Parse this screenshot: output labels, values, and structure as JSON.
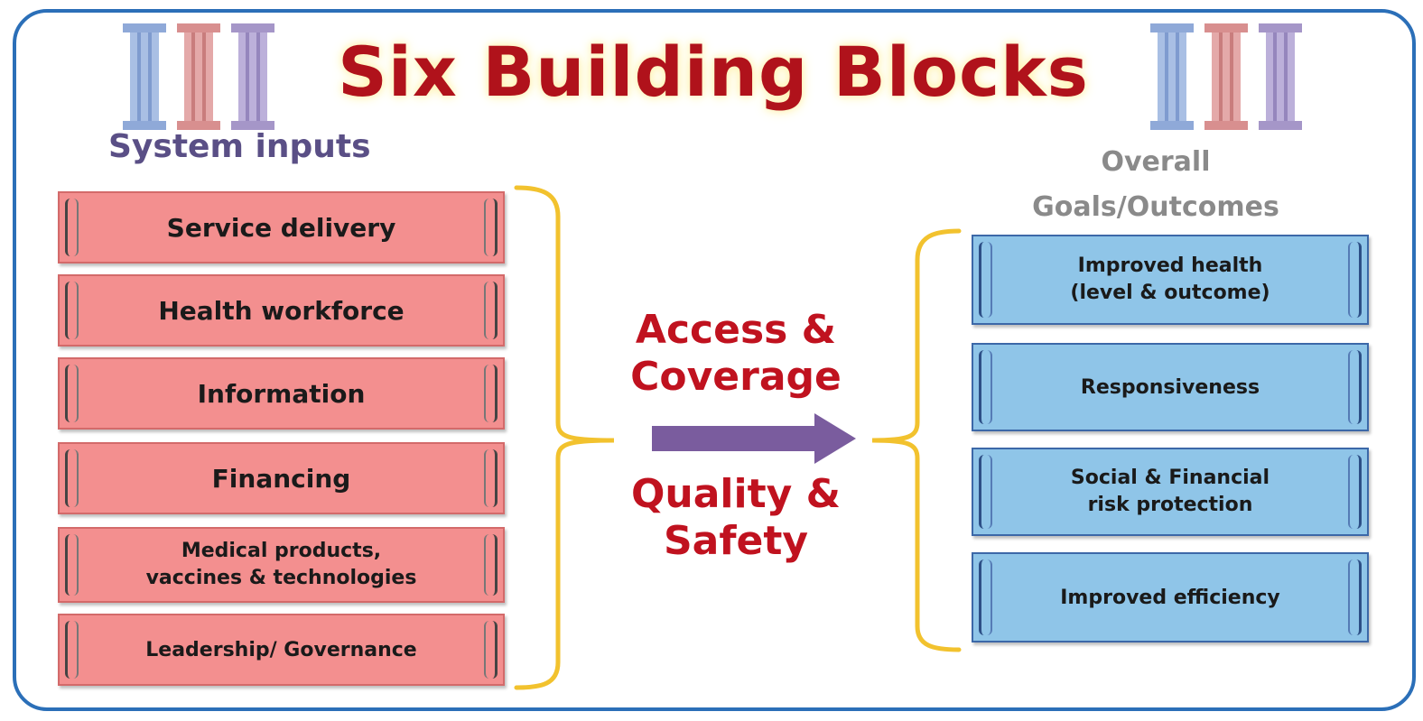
{
  "title": "Six Building Blocks",
  "inputs": {
    "heading": "System inputs",
    "items": [
      {
        "label": "Service delivery"
      },
      {
        "label": "Health workforce"
      },
      {
        "label": "Information"
      },
      {
        "label": "Financing"
      },
      {
        "label": "Medical products,\nvaccines & technologies"
      },
      {
        "label": "Leadership/ Governance"
      }
    ]
  },
  "middle": {
    "top": "Access &\nCoverage",
    "bottom": "Quality &\nSafety"
  },
  "outcomes": {
    "heading": "Overall\nGoals/Outcomes",
    "items": [
      {
        "label": "Improved  health\n(level & outcome)"
      },
      {
        "label": "Responsiveness"
      },
      {
        "label": "Social & Financial\nrisk protection"
      },
      {
        "label": "Improved  efficiency"
      }
    ]
  },
  "colors": {
    "frame": "#2b6fb8",
    "title": "#b0121b",
    "input_box": "#f38f8f",
    "outcome_box": "#8fc5e8",
    "bracket": "#f2c22e",
    "arrow": "#7a5c9e"
  }
}
